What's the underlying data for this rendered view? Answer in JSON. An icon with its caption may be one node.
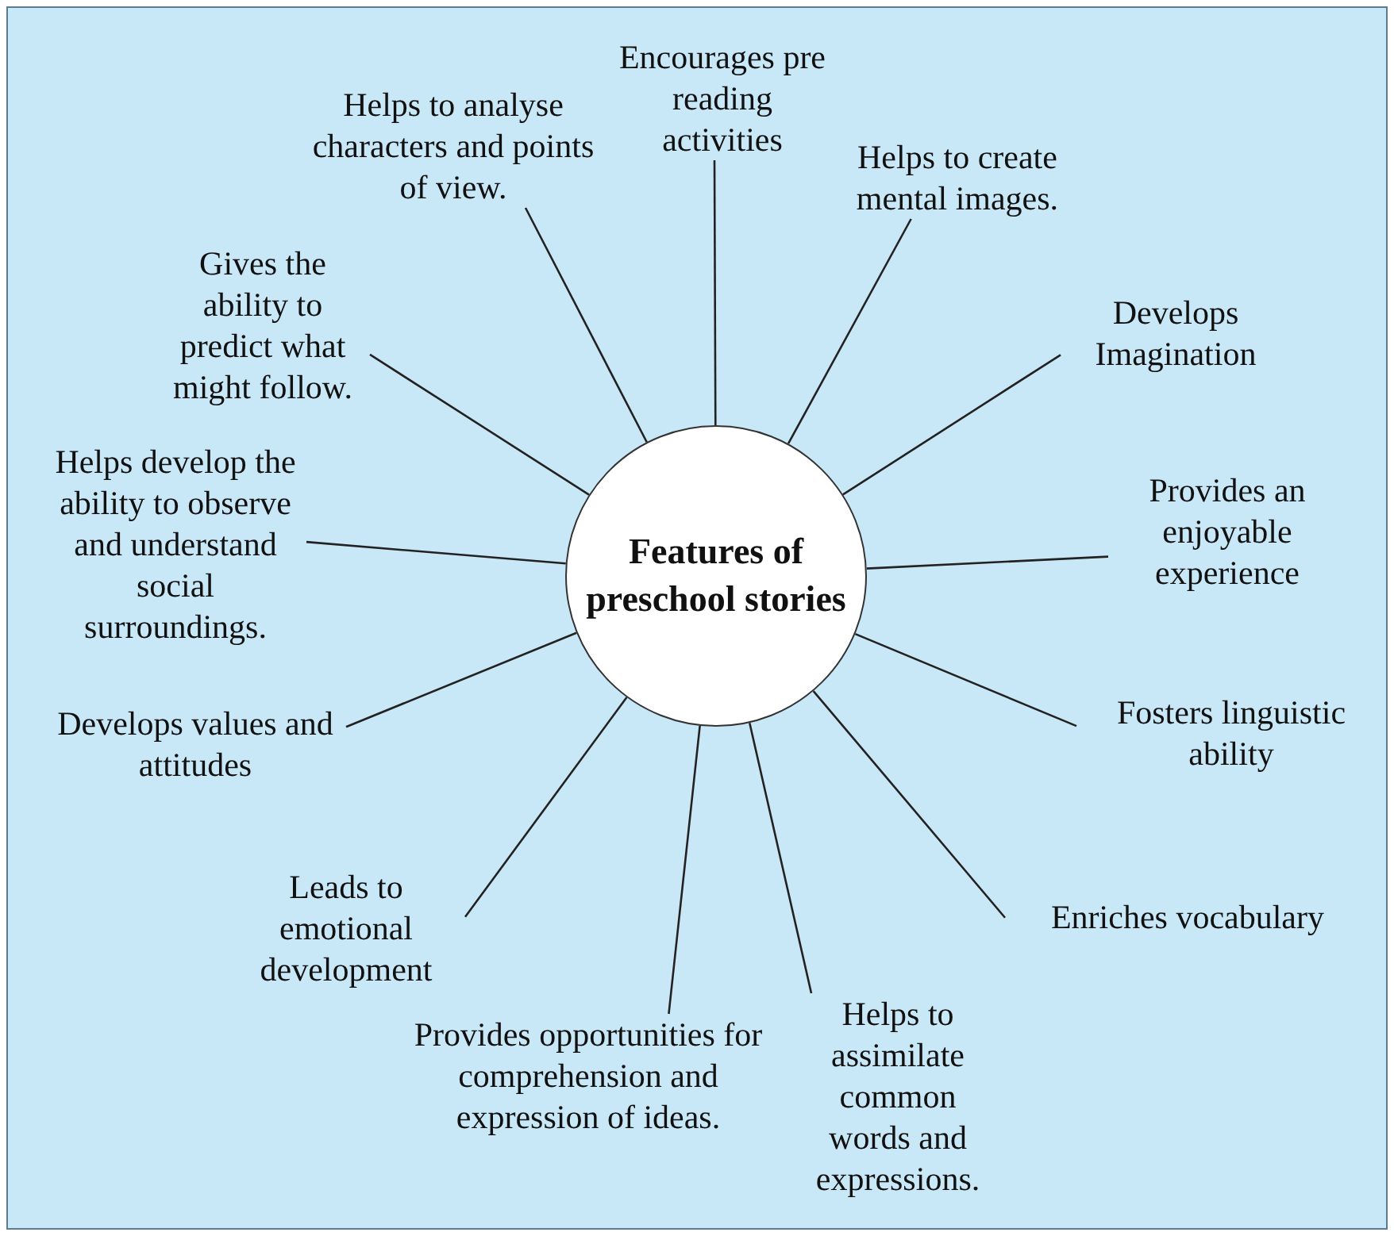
{
  "diagram": {
    "nodes": [
      {
        "text": [
          "Features of preschool stories"
        ]
      },
      {
        "text": [
          "Encourages pre reading activities"
        ]
      },
      {
        "text": [
          "Helps to create mental images."
        ]
      },
      {
        "text": [
          "Develops Imagination"
        ]
      },
      {
        "text": [
          "Provides an enjoyable experience"
        ]
      },
      {
        "text": [
          "Fosters linguistic ability"
        ]
      },
      {
        "text": [
          "Enriches vocabulary"
        ]
      },
      {
        "text": [
          "Helps to assimilate common words and expressions."
        ]
      },
      {
        "text": [
          "Provides opportunities for comprehension and expression of ideas."
        ]
      },
      {
        "text": [
          "Leads to emotional development"
        ]
      },
      {
        "text": [
          "Develops values and attitudes"
        ]
      },
      {
        "text": [
          "Helps develop the ability to observe and understand social surroundings."
        ]
      },
      {
        "text": [
          "Gives the ability to predict what might follow."
        ]
      },
      {
        "text": [
          "Helps to analyse characters and points of view."
        ]
      }
    ],
    "edges": [
      {
        "from": 0,
        "to": 1,
        "arrow": "none"
      },
      {
        "from": 0,
        "to": 2,
        "arrow": "none"
      },
      {
        "from": 0,
        "to": 3,
        "arrow": "none"
      },
      {
        "from": 0,
        "to": 4,
        "arrow": "none"
      },
      {
        "from": 0,
        "to": 5,
        "arrow": "none"
      },
      {
        "from": 0,
        "to": 6,
        "arrow": "none"
      },
      {
        "from": 0,
        "to": 7,
        "arrow": "none"
      },
      {
        "from": 0,
        "to": 8,
        "arrow": "none"
      },
      {
        "from": 0,
        "to": 9,
        "arrow": "none"
      },
      {
        "from": 0,
        "to": 10,
        "arrow": "none"
      },
      {
        "from": 0,
        "to": 11,
        "arrow": "none"
      },
      {
        "from": 0,
        "to": 12,
        "arrow": "none"
      },
      {
        "from": 0,
        "to": 13,
        "arrow": "none"
      }
    ]
  }
}
